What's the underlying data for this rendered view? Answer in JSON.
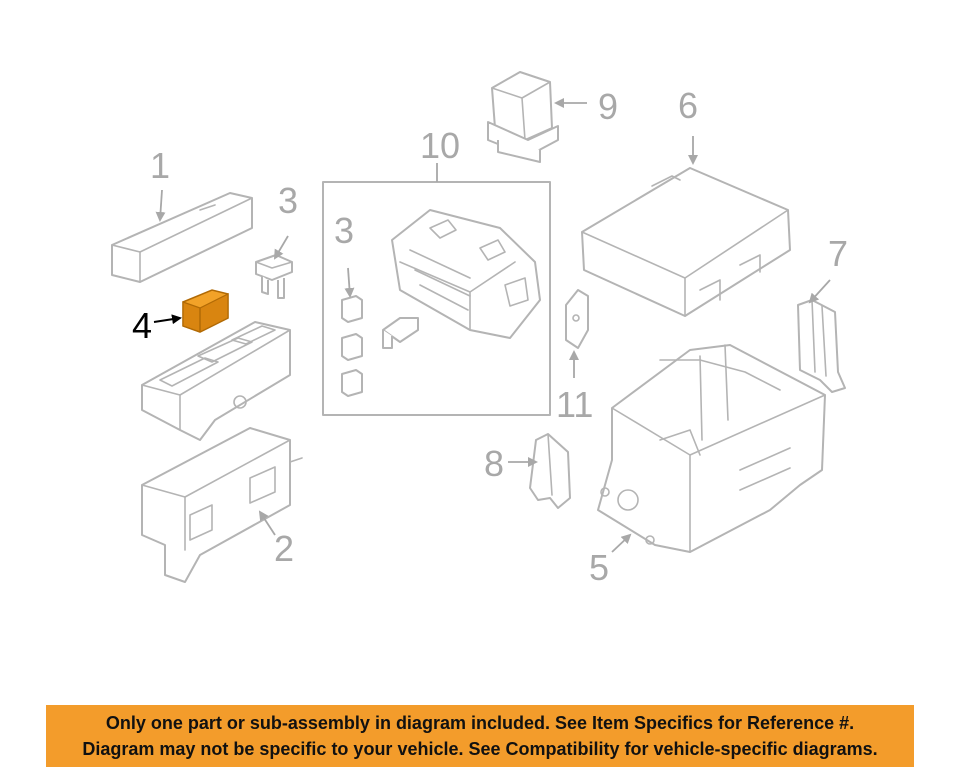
{
  "callouts": {
    "c1": "1",
    "c2": "2",
    "c3a": "3",
    "c3b": "3",
    "c4": "4",
    "c5": "5",
    "c6": "6",
    "c7": "7",
    "c8": "8",
    "c9": "9",
    "c10": "10",
    "c11": "11"
  },
  "highlighted_part": "4",
  "colors": {
    "highlight": "#f2a228",
    "part_outline": "#b4b4b4",
    "notice_background": "#f39c2b"
  },
  "notice": {
    "line1": "Only one part or sub-assembly in diagram included. See Item Specifics for Reference #.",
    "line2": "Diagram may not be specific to your vehicle. See Compatibility for vehicle-specific diagrams."
  }
}
